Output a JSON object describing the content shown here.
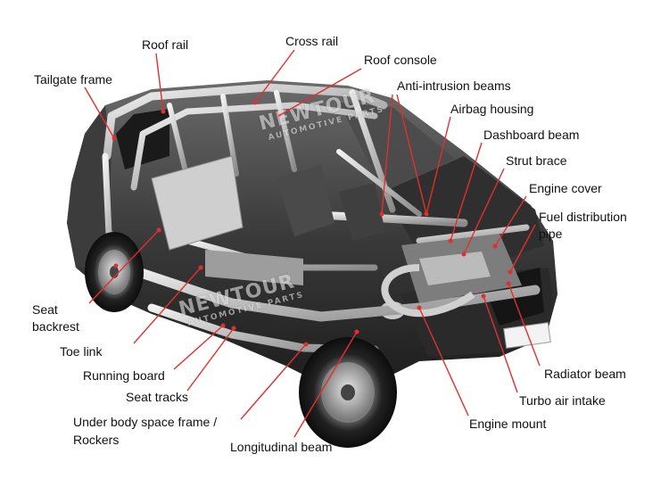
{
  "labels": {
    "roof_rail": "Roof rail",
    "cross_rail": "Cross rail",
    "roof_console": "Roof console",
    "tailgate_frame": "Tailgate frame",
    "anti_intrusion_beams": "Anti-intrusion beams",
    "airbag_housing": "Airbag housing",
    "dashboard_beam": "Dashboard beam",
    "strut_brace": "Strut brace",
    "engine_cover": "Engine cover",
    "fuel_distribution_pipe_line1": "Fuel distribution",
    "fuel_distribution_pipe_line2": "pipe",
    "seat_backrest_line1": "Seat",
    "seat_backrest_line2": "backrest",
    "toe_link": "Toe link",
    "running_board": "Running board",
    "seat_tracks": "Seat tracks",
    "under_body_line1": "Under body space frame /",
    "under_body_line2": "Rockers",
    "longitudinal_beam": "Longitudinal beam",
    "engine_mount": "Engine mount",
    "turbo_air_intake": "Turbo air intake",
    "radiator_beam": "Radiator beam"
  },
  "watermark": {
    "brand": "NEWTOUR",
    "sub": "AUTOMOTIVE PARTS"
  },
  "colors": {
    "leader_line": "#e0302e",
    "body_dark": "#2b2b2b",
    "frame_light": "#d8d8d8"
  }
}
